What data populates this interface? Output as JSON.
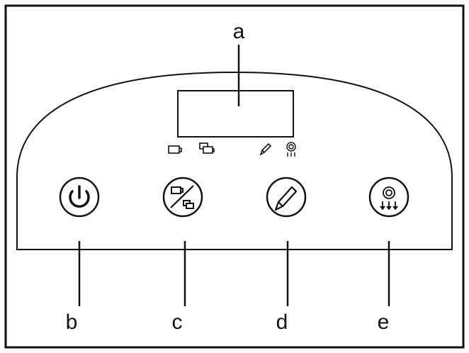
{
  "callouts": {
    "display": "a",
    "power": "b",
    "cup_select": "c",
    "descale": "d",
    "brew_strength": "e"
  },
  "icons": {
    "indicator_1": "single-cup-icon",
    "indicator_2": "double-cup-icon",
    "indicator_3": "descale-pen-icon",
    "indicator_4": "brew-strength-icon",
    "button_b": "power-icon",
    "button_c": "cup-toggle-icon",
    "button_d": "descale-pen-icon",
    "button_e": "brew-strength-icon"
  },
  "colors": {
    "line": "#111111",
    "background": "#ffffff"
  }
}
